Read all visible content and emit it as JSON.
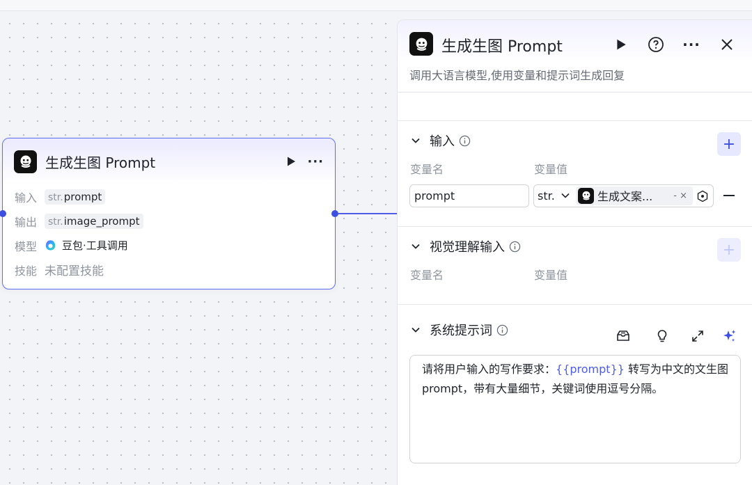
{
  "node": {
    "title": "生成生图 Prompt",
    "more": "···",
    "rows": {
      "input_key": "输入",
      "input_type": "str.",
      "input_value": "prompt",
      "output_key": "输出",
      "output_type": "str.",
      "output_value": "image_prompt",
      "model_key": "模型",
      "model_value": "豆包·工具调用",
      "skill_key": "技能",
      "skill_value": "未配置技能"
    }
  },
  "panel": {
    "title": "生成生图 Prompt",
    "description": "调用大语言模型,使用变量和提示词生成回复",
    "more": "···",
    "input_section": {
      "title": "输入",
      "add": "+",
      "col_name": "变量名",
      "col_value": "变量值",
      "var_name": "prompt",
      "var_type": "str.",
      "ref_text": "生成文案...",
      "ref_dash": "-",
      "ref_x": "×"
    },
    "vision_section": {
      "title": "视觉理解输入",
      "add": "+",
      "col_name": "变量名",
      "col_value": "变量值"
    },
    "system_section": {
      "title": "系统提示词",
      "prompt_before": "请将用户输入的写作要求：",
      "prompt_var": "{{prompt}}",
      "prompt_after": " 转写为中文的文生图 prompt，带有大量细节，关键词使用逗号分隔。"
    }
  },
  "colors": {
    "accent": "#4f5ce8",
    "node_border": "#5b6cf0",
    "muted_text": "#8f959e"
  },
  "icons": [
    "bot-icon",
    "play-icon",
    "more-icon",
    "help-icon",
    "close-icon",
    "chevron-down-icon",
    "info-icon",
    "plus-icon",
    "variable-icon",
    "library-icon",
    "bulb-icon",
    "expand-icon",
    "sparkle-icon",
    "doubao-model-icon"
  ]
}
